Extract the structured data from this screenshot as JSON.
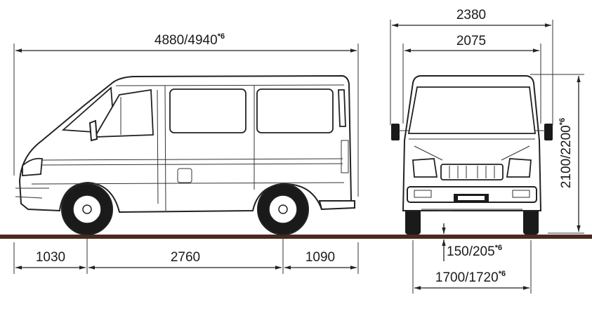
{
  "dimensions": {
    "overall_length": {
      "value": "4880/4940",
      "note": "*6"
    },
    "front_overhang": "1030",
    "wheelbase": "2760",
    "rear_overhang": "1090",
    "overall_width_mirrors": "2380",
    "body_width": "2075",
    "height": {
      "value": "2100/2200",
      "note": "*6"
    },
    "ground_clearance": {
      "value": "150/205",
      "note": "*6"
    },
    "track": {
      "value": "1700/1720",
      "note": "*6"
    }
  }
}
